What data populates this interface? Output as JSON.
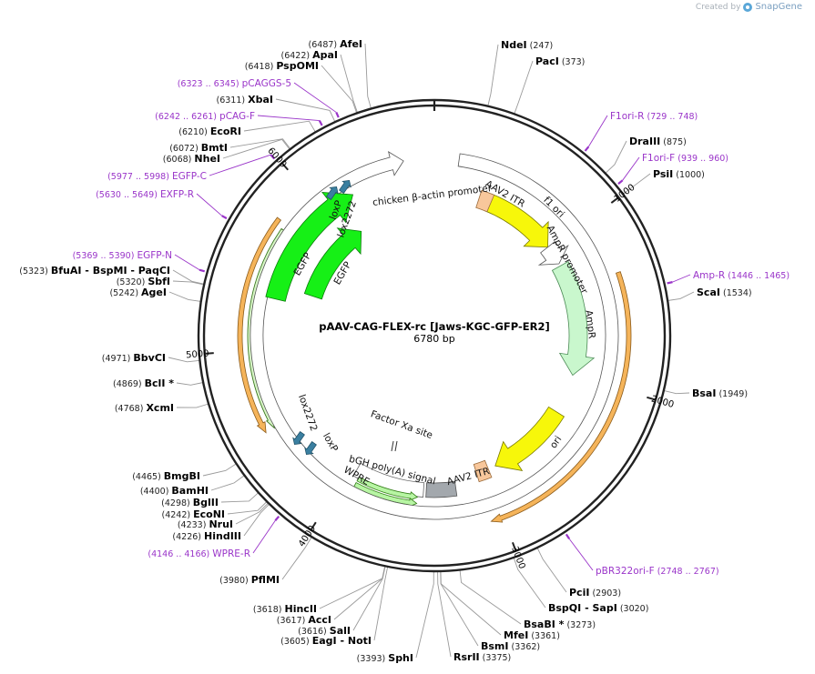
{
  "brand": {
    "created_by": "Created by",
    "product": "SnapGene"
  },
  "plasmid": {
    "name": "pAAV-CAG-FLEX-rc [Jaws-KGC-GFP-ER2]",
    "size_label": "6780 bp",
    "length": 6780
  },
  "colors": {
    "backbone": "#222222",
    "primer": "#9a35c9",
    "egfp": "#16f016",
    "ampr": "#c9f7cd",
    "ori": "#f7f70a",
    "itr": "#f8c79b",
    "polya": "#a3a8ad",
    "orange": "#f5b45a",
    "loxp": "#3a7fa0"
  },
  "ticks": [
    {
      "bp": 1000,
      "label": "1000"
    },
    {
      "bp": 2000,
      "label": "2000"
    },
    {
      "bp": 3000,
      "label": "3000"
    },
    {
      "bp": 4000,
      "label": "4000"
    },
    {
      "bp": 5000,
      "label": "5000"
    },
    {
      "bp": 6000,
      "label": "6000"
    }
  ],
  "sites": [
    {
      "name": "AfeI",
      "pos": "(6487)",
      "bp": 6487
    },
    {
      "name": "ApaI",
      "pos": "(6422)",
      "bp": 6422
    },
    {
      "name": "PspOMI",
      "pos": "(6418)",
      "bp": 6418
    },
    {
      "name": "XbaI",
      "pos": "(6311)",
      "bp": 6311
    },
    {
      "name": "EcoRI",
      "pos": "(6210)",
      "bp": 6210
    },
    {
      "name": "BmtI",
      "pos": "(6072)",
      "bp": 6072
    },
    {
      "name": "NheI",
      "pos": "(6068)",
      "bp": 6068
    },
    {
      "name": "BfuAI  - BspMI  - PaqCI",
      "pos": "(5323)",
      "bp": 5323
    },
    {
      "name": "SbfI",
      "pos": "(5320)",
      "bp": 5320
    },
    {
      "name": "AgeI",
      "pos": "(5242)",
      "bp": 5242
    },
    {
      "name": "BbvCI",
      "pos": "(4971)",
      "bp": 4971
    },
    {
      "name": "BclI *",
      "pos": "(4869)",
      "bp": 4869
    },
    {
      "name": "XcmI",
      "pos": "(4768)",
      "bp": 4768
    },
    {
      "name": "BmgBI",
      "pos": "(4465)",
      "bp": 4465
    },
    {
      "name": "BamHI",
      "pos": "(4400)",
      "bp": 4400
    },
    {
      "name": "BglII",
      "pos": "(4298)",
      "bp": 4298
    },
    {
      "name": "EcoNI",
      "pos": "(4242)",
      "bp": 4242
    },
    {
      "name": "NruI",
      "pos": "(4233)",
      "bp": 4233
    },
    {
      "name": "HindIII",
      "pos": "(4226)",
      "bp": 4226
    },
    {
      "name": "PflMI",
      "pos": "(3980)",
      "bp": 3980
    },
    {
      "name": "HincII",
      "pos": "(3618)",
      "bp": 3618
    },
    {
      "name": "AccI",
      "pos": "(3617)",
      "bp": 3617
    },
    {
      "name": "SalI",
      "pos": "(3616)",
      "bp": 3616
    },
    {
      "name": "EagI  - NotI",
      "pos": "(3605)",
      "bp": 3605
    },
    {
      "name": "SphI",
      "pos": "(3393)",
      "bp": 3393
    },
    {
      "name": "RsrII",
      "pos": "(3375)",
      "bp": 3375
    },
    {
      "name": "BsmI",
      "pos": "(3362)",
      "bp": 3362
    },
    {
      "name": "MfeI",
      "pos": "(3361)",
      "bp": 3361
    },
    {
      "name": "BsaBI *",
      "pos": "(3273)",
      "bp": 3273
    },
    {
      "name": "BspQI  - SapI",
      "pos": "(3020)",
      "bp": 3020
    },
    {
      "name": "PciI",
      "pos": "(2903)",
      "bp": 2903
    },
    {
      "name": "BsaI",
      "pos": "(1949)",
      "bp": 1949
    },
    {
      "name": "ScaI",
      "pos": "(1534)",
      "bp": 1534
    },
    {
      "name": "PsiI",
      "pos": "(1000)",
      "bp": 1000
    },
    {
      "name": "DraIII",
      "pos": "(875)",
      "bp": 875
    },
    {
      "name": "PacI",
      "pos": "(373)",
      "bp": 373
    },
    {
      "name": "NdeI",
      "pos": "(247)",
      "bp": 247
    }
  ],
  "primers": [
    {
      "name": "pCAGGS-5",
      "range": "(6323 .. 6345)",
      "bp": 6334
    },
    {
      "name": "pCAG-F",
      "range": "(6242 .. 6261)",
      "bp": 6251
    },
    {
      "name": "EGFP-C",
      "range": "(5977 .. 5998)",
      "bp": 5987
    },
    {
      "name": "EXFP-R",
      "range": "(5630 .. 5649)",
      "bp": 5640
    },
    {
      "name": "EGFP-N",
      "range": "(5369 .. 5390)",
      "bp": 5380
    },
    {
      "name": "WPRE-R",
      "range": "(4146 .. 4166)",
      "bp": 4156
    },
    {
      "name": "pBR322ori-F",
      "range": "(2748 .. 2767)",
      "bp": 2758
    },
    {
      "name": "Amp-R",
      "range": "(1446 .. 1465)",
      "bp": 1456
    },
    {
      "name": "F1ori-F",
      "range": "(939 .. 960)",
      "bp": 950
    },
    {
      "name": "F1ori-R",
      "range": "(729 .. 748)",
      "bp": 738
    }
  ],
  "features": {
    "itr_top": "AAV2 ITR",
    "itr_bottom": "AAV2 ITR",
    "f1_ori": "f1 ori",
    "ampr_promoter": "AmpR promoter",
    "ampr": "AmpR",
    "ori": "ori",
    "cba_promoter": "chicken β-actin promoter",
    "loxp_top": "loxP",
    "lox2272_top": "lox2272",
    "egfp_outer": "EGFP",
    "egfp_inner": "EGFP",
    "lox2272_bottom": "lox2272",
    "loxp_bottom": "loxP",
    "wpre": "WPRE",
    "bgh_polya": "bGH poly(A) signal",
    "factor_xa": "Factor Xa site"
  }
}
